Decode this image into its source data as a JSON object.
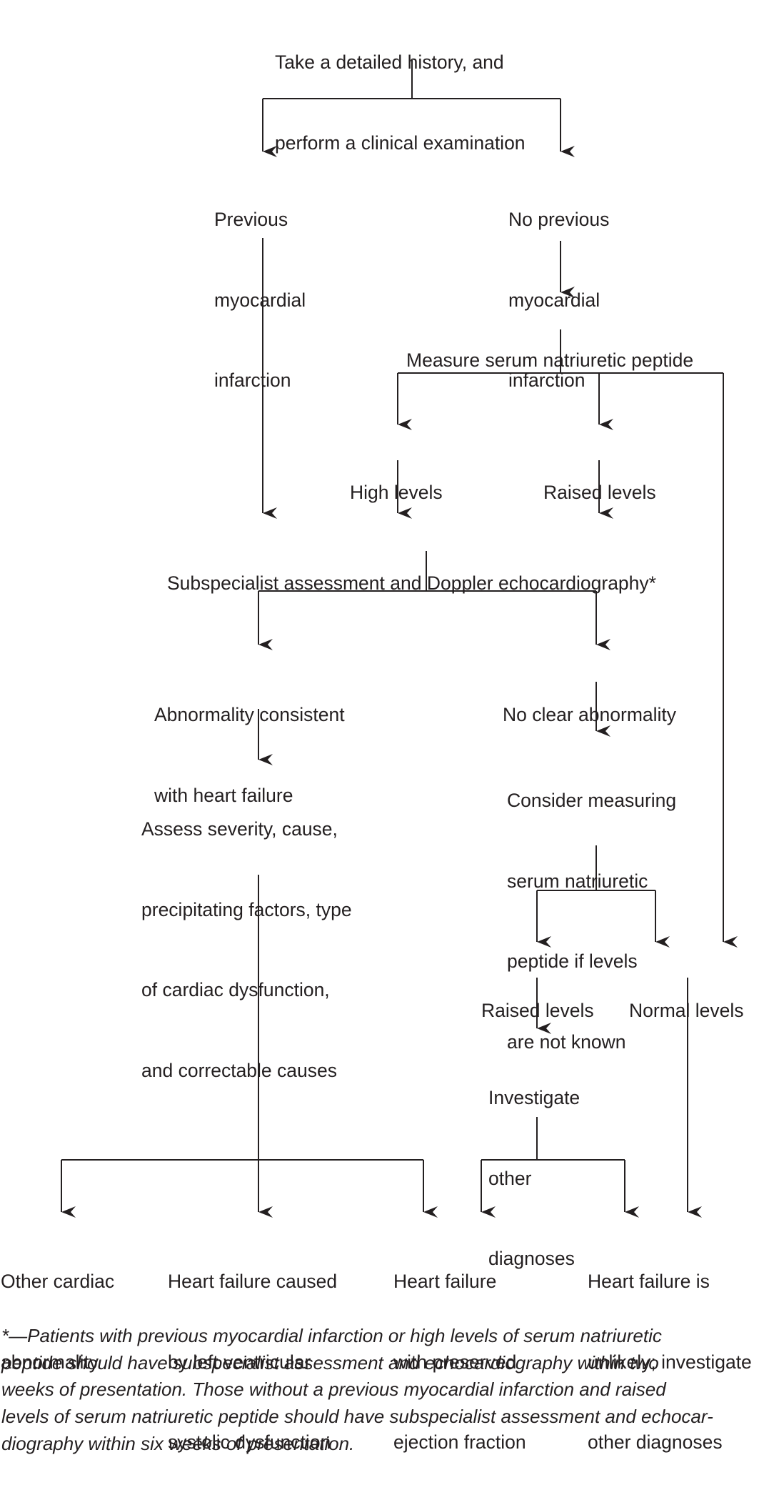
{
  "nodes": {
    "start": [
      "Take a detailed history, and",
      "perform a clinical examination"
    ],
    "previous_mi": [
      "Previous",
      "myocardial",
      "infarction"
    ],
    "no_previous_mi": [
      "No previous",
      "myocardial",
      "infarction"
    ],
    "measure_bnp": [
      "Measure serum natriuretic peptide"
    ],
    "high_levels": [
      "High levels"
    ],
    "raised_levels_1": [
      "Raised levels"
    ],
    "subspecialist": [
      "Subspecialist assessment and Doppler echocardiography*"
    ],
    "abnormality": [
      "Abnormality consistent",
      "with heart failure"
    ],
    "no_abnormality": [
      "No clear abnormality"
    ],
    "assess": [
      "Assess severity, cause,",
      "precipitating factors, type",
      "of cardiac dysfunction,",
      "and correctable causes"
    ],
    "consider_measuring": [
      "Consider measuring",
      "serum natriuretic",
      "peptide if levels",
      "are not known"
    ],
    "raised_levels_2": [
      "Raised levels"
    ],
    "normal_levels": [
      "Normal levels"
    ],
    "investigate": [
      "Investigate",
      "other",
      "diagnoses"
    ],
    "other_cardiac": [
      "Other cardiac",
      "abnormality"
    ],
    "hf_lvsd": [
      "Heart failure caused",
      "by left ventricular",
      "systolic dysfunction"
    ],
    "hf_pef": [
      "Heart failure",
      "with preserved",
      "ejection fraction"
    ],
    "hf_unlikely": [
      "Heart failure is",
      "unlikely; investigate",
      "other diagnoses"
    ]
  },
  "footnote": [
    "*—Patients with previous myocardial infarction or high levels of serum natriuretic",
    "peptide should have subspecialist assessment and echocardiography within two",
    "weeks of presentation. Those without a previous myocardial infarction and raised",
    "levels of serum natriuretic peptide should have subspecialist assessment and echocar-",
    "diography within six weeks of presentation."
  ],
  "colors": {
    "line": "#231f20",
    "text": "#231f20",
    "background": "#ffffff"
  }
}
